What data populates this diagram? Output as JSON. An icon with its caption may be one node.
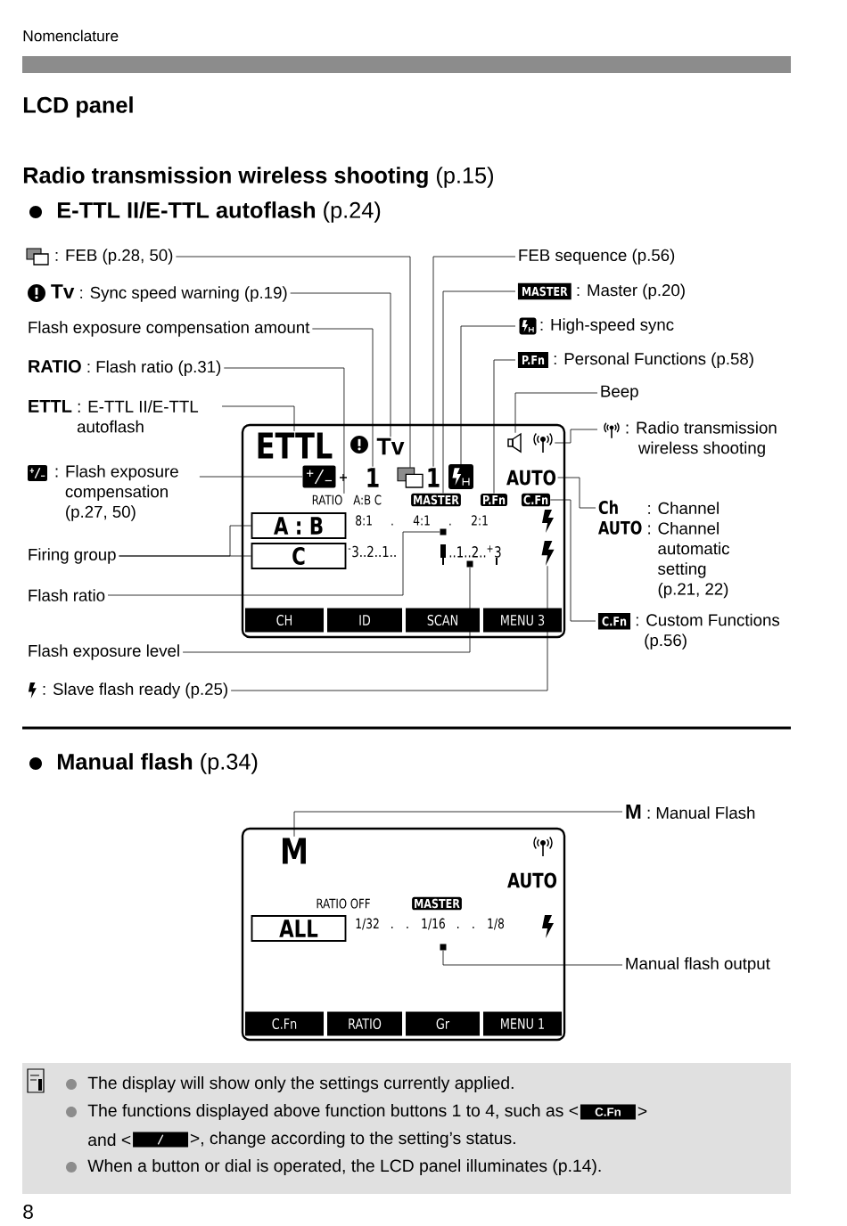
{
  "diagram": {
    "title": "LCD panel",
    "nodes": [
      {
        "text": [
          ": FEB (p.28, 50)"
        ]
      },
      {
        "text": [
          "Tv",
          ": Sync speed warning (p.19)"
        ]
      },
      {
        "text": [
          "Flash exposure compensation amount"
        ]
      },
      {
        "text": [
          "RATIO",
          ": Flash ratio (p.31)"
        ]
      },
      {
        "text": [
          "ETTL",
          ": E-TTL II/E-TTL autoflash"
        ]
      },
      {
        "text": [
          ": Flash exposure compensation (p.27, 50)"
        ]
      },
      {
        "text": [
          "Firing group"
        ]
      },
      {
        "text": [
          "Flash ratio"
        ]
      },
      {
        "text": [
          "Flash exposure level"
        ]
      },
      {
        "text": [
          ": Slave flash ready (p.25)"
        ]
      },
      {
        "text": [
          "FEB sequence (p.56)"
        ]
      },
      {
        "text": [
          "MASTER",
          ": Master (p.20)"
        ]
      },
      {
        "text": [
          ": High-speed sync"
        ]
      },
      {
        "text": [
          "P.Fn",
          ": Personal Functions (p.58)"
        ]
      },
      {
        "text": [
          "Beep"
        ]
      },
      {
        "text": [
          ": Radio transmission wireless shooting"
        ]
      },
      {
        "text": [
          "Ch",
          ": Channel",
          "AUTO",
          ": Channel automatic setting (p.21, 22)"
        ]
      },
      {
        "text": [
          "C.Fn",
          ": Custom Functions (p.56)"
        ]
      },
      {
        "text": [],
        "shape": "box"
      },
      {
        "text": [
          "ETTL"
        ],
        "in": 18
      },
      {
        "text": [
          "Tv"
        ],
        "in": 18
      },
      {
        "text": [],
        "shape": "box",
        "in": 18
      },
      {
        "text": [
          "1"
        ],
        "in": 18
      },
      {
        "text": [],
        "shape": "box",
        "in": 18
      },
      {
        "text": [
          "1"
        ],
        "in": 18
      },
      {
        "text": [],
        "shape": "box",
        "in": 18
      },
      {
        "text": [],
        "shape": "speaker",
        "in": 18
      },
      {
        "text": [],
        "shape": "antenna",
        "in": 18
      },
      {
        "text": [
          "AUTO"
        ],
        "in": 18
      },
      {
        "text": [
          "RATIO"
        ],
        "in": 18
      },
      {
        "text": [
          "MASTER"
        ],
        "in": 18
      },
      {
        "text": [
          "P.Fn"
        ],
        "in": 18
      },
      {
        "text": [
          "C.Fn"
        ],
        "in": 18
      },
      {
        "text": [
          "A : B"
        ],
        "in": 18
      },
      {
        "text": [
          "C"
        ],
        "in": 18
      },
      {
        "text": [],
        "shape": "box",
        "in": 18
      },
      {
        "text": [],
        "shape": "box",
        "in": 18
      },
      {
        "text": [],
        "shape": "bolt",
        "in": 18
      },
      {
        "text": [
          "M",
          ": Manual Flash"
        ]
      },
      {
        "text": [
          "Manual flash output"
        ]
      },
      {
        "text": [],
        "shape": "box"
      },
      {
        "text": [
          "M"
        ],
        "in": 40
      },
      {
        "text": [],
        "shape": "box",
        "in": 40
      },
      {
        "text": [
          "MASTER"
        ],
        "in": 40
      },
      {
        "text": [
          "ALL"
        ],
        "in": 40
      },
      {
        "text": [
          "C.Fn"
        ]
      },
      {
        "text": [],
        "shape": "box"
      }
    ],
    "edges": [
      {
        "from": 0,
        "to": 23,
        "arrow": "none"
      },
      {
        "from": 1,
        "to": 20,
        "arrow": "none"
      },
      {
        "from": 2,
        "to": 22,
        "arrow": "none"
      },
      {
        "from": 3,
        "to": 29,
        "arrow": "none"
      },
      {
        "from": 4,
        "to": 19,
        "arrow": "none"
      },
      {
        "from": 5,
        "to": 21,
        "arrow": "none"
      },
      {
        "from": 6,
        "to": 33,
        "arrow": "none"
      },
      {
        "from": 6,
        "to": 34,
        "arrow": "none"
      },
      {
        "from": 7,
        "to": 35,
        "arrow": "none"
      },
      {
        "from": 8,
        "to": 36,
        "arrow": "none"
      },
      {
        "from": 9,
        "to": 37,
        "arrow": "none"
      },
      {
        "from": 10,
        "to": 24,
        "arrow": "none"
      },
      {
        "from": 11,
        "to": 30,
        "arrow": "none"
      },
      {
        "from": 12,
        "to": 25,
        "arrow": "none"
      },
      {
        "from": 13,
        "to": 31,
        "arrow": "none"
      },
      {
        "from": 14,
        "to": 26,
        "arrow": "none"
      },
      {
        "from": 15,
        "to": 27,
        "arrow": "none"
      },
      {
        "from": 16,
        "to": 28,
        "arrow": "none"
      },
      {
        "from": 17,
        "to": 32,
        "arrow": "none"
      },
      {
        "from": 38,
        "to": 41,
        "arrow": "none"
      },
      {
        "from": 39,
        "to": 42,
        "arrow": "none"
      }
    ],
    "labels": [
      "Nomenclature",
      "**Radio transmission wireless shooting** (p.15)",
      "**E-TTL II/E-TTL autoflash** (p.24)",
      "A:B C",
      "8:1 . 4:1 . 2:1",
      "$^{-}$3..2..1..",
      "..1..2..$^{+}$3",
      "CH",
      "ID",
      "SCAN",
      "MENU 3",
      "**Manual flash** (p.34)",
      "AUTO",
      "RATIO OFF",
      "1/32 . . 1/16 . . 1/8",
      "C.Fn",
      "RATIO",
      "Gr",
      "MENU 1",
      "The display will show only the settings currently applied.",
      "The functions displayed above function buttons 1 to 4, such as <",
      ">",
      "and <",
      ">, change according to the setting’s status.",
      "When a button or dial is operated, the LCD panel illuminates (p.14).",
      "8"
    ]
  }
}
